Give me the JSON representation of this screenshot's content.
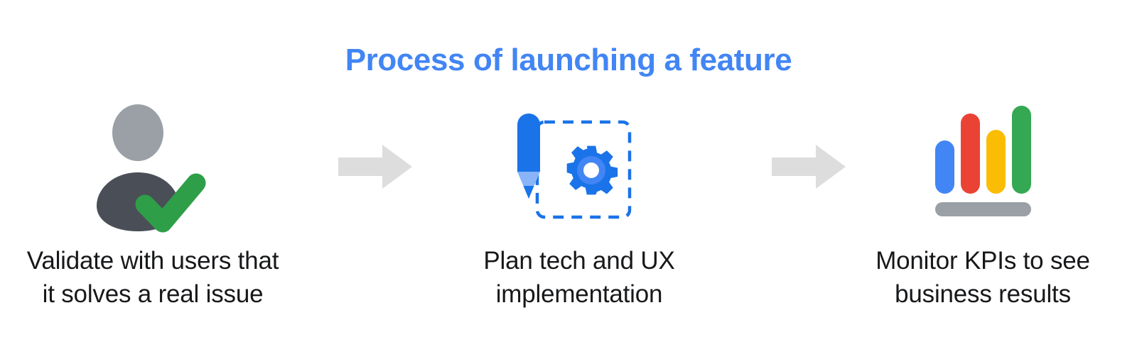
{
  "title": "Process of launching a feature",
  "colors": {
    "title_blue": "#4285F4",
    "google_blue": "#4285F4",
    "google_blue_dark": "#1A73E8",
    "google_blue_light": "#8AB4F8",
    "google_red": "#EA4335",
    "google_yellow": "#FBBC04",
    "google_green": "#34A853",
    "check_green": "#2E9E48",
    "person_head_gray": "#9AA0A6",
    "person_body_gray": "#4A4E57",
    "bar_base_gray": "#9AA0A6",
    "arrow_gray": "#DDDDDD",
    "text_black": "#17181a",
    "background": "#FFFFFF"
  },
  "steps": [
    {
      "id": "validate",
      "icon": "person-with-check-icon",
      "caption_lines": [
        "Validate with users that",
        "it solves a real issue"
      ]
    },
    {
      "id": "plan",
      "icon": "pencil-and-gear-icon",
      "caption_lines": [
        "Plan tech and UX",
        "implementation"
      ]
    },
    {
      "id": "monitor",
      "icon": "bar-chart-icon",
      "caption_lines": [
        "Monitor KPIs to see",
        "business results"
      ]
    }
  ],
  "connectors": [
    {
      "id": "arrow-1",
      "icon": "arrow-right-icon"
    },
    {
      "id": "arrow-2",
      "icon": "arrow-right-icon"
    }
  ],
  "chart_icon_data": {
    "type": "bar",
    "bars": [
      {
        "color": "#4285F4",
        "height_ratio": 0.55
      },
      {
        "color": "#EA4335",
        "height_ratio": 0.92
      },
      {
        "color": "#FBBC04",
        "height_ratio": 0.7
      },
      {
        "color": "#34A853",
        "height_ratio": 1.0
      }
    ]
  }
}
